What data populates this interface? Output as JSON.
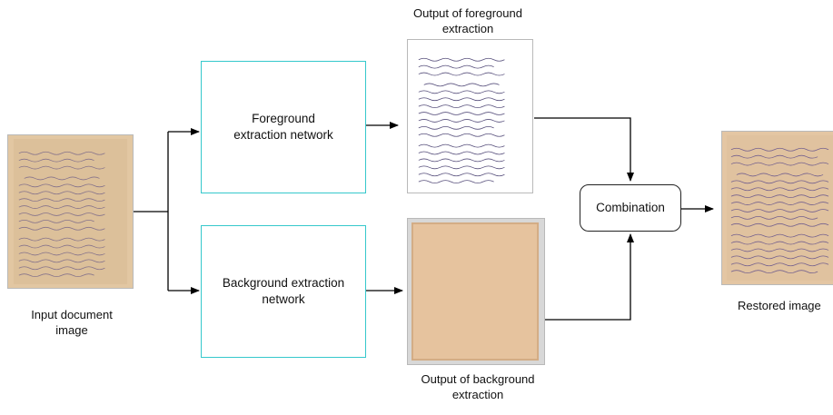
{
  "diagram": {
    "input": {
      "label": "Input document\nimage"
    },
    "foreground_network": {
      "label": "Foreground\nextraction network"
    },
    "background_network": {
      "label": "Background extraction\nnetwork"
    },
    "foreground_output": {
      "label": "Output of foreground\nextraction"
    },
    "background_output": {
      "label": "Output of background\nextraction"
    },
    "combination": {
      "label": "Combination"
    },
    "restored": {
      "label": "Restored image"
    }
  },
  "colors": {
    "network_border": "#35c8cc",
    "paper_aged": "#dcc09a",
    "paper_background": "#e6c39e",
    "ink": "#5b4a8a",
    "arrow": "#000000"
  }
}
